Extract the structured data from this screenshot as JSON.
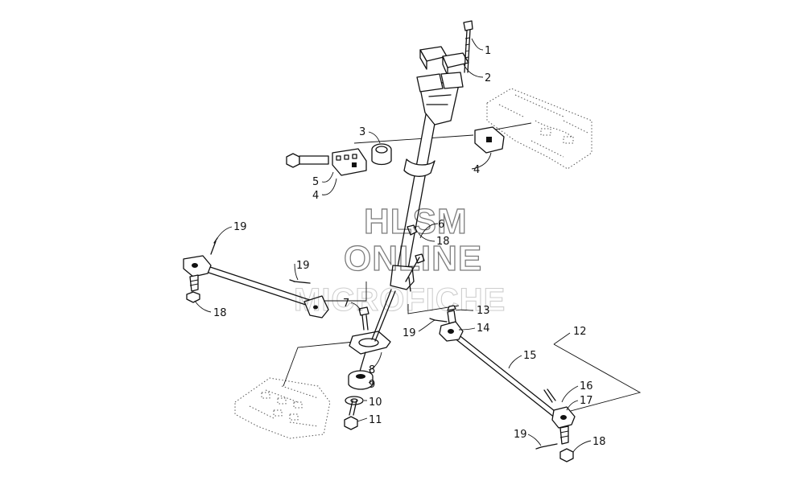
{
  "watermark": {
    "line1": "HLSM",
    "line2": "ONLINE",
    "line3": "MICROFICHE"
  },
  "callouts": [
    {
      "id": "c1",
      "text": "1"
    },
    {
      "id": "c2",
      "text": "2"
    },
    {
      "id": "c3",
      "text": "3"
    },
    {
      "id": "c4a",
      "text": "4"
    },
    {
      "id": "c4b",
      "text": "4"
    },
    {
      "id": "c5",
      "text": "5"
    },
    {
      "id": "c6",
      "text": "6"
    },
    {
      "id": "c18a",
      "text": "18"
    },
    {
      "id": "c19a",
      "text": "19"
    },
    {
      "id": "c19b",
      "text": "19"
    },
    {
      "id": "c18b",
      "text": "18"
    },
    {
      "id": "c7",
      "text": "7"
    },
    {
      "id": "c13",
      "text": "13"
    },
    {
      "id": "c14",
      "text": "14"
    },
    {
      "id": "c19c",
      "text": "19"
    },
    {
      "id": "c12",
      "text": "12"
    },
    {
      "id": "c15",
      "text": "15"
    },
    {
      "id": "c8",
      "text": "8"
    },
    {
      "id": "c9",
      "text": "9"
    },
    {
      "id": "c10",
      "text": "10"
    },
    {
      "id": "c11",
      "text": "11"
    },
    {
      "id": "c16",
      "text": "16"
    },
    {
      "id": "c17",
      "text": "17"
    },
    {
      "id": "c19d",
      "text": "19"
    },
    {
      "id": "c18c",
      "text": "18"
    }
  ]
}
